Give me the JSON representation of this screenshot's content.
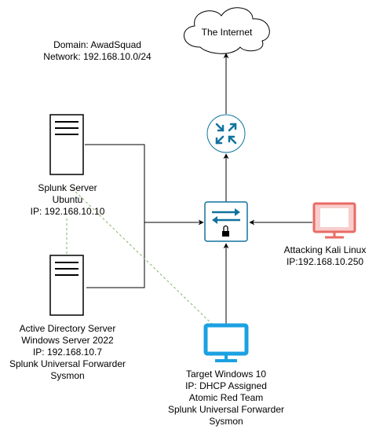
{
  "network_info": {
    "domain": "Domain: AwadSquad",
    "network": "Network: 192.168.10.0/24"
  },
  "internet": {
    "label": "The Internet"
  },
  "nodes": {
    "splunk_server": [
      "Splunk Server",
      "Ubuntu",
      "IP: 192.168.10.10"
    ],
    "ad_server": [
      "Active Directory Server",
      "Windows Server 2022",
      "IP: 192.168.10.7",
      "Splunk Universal Forwarder",
      "Sysmon"
    ],
    "target_windows": [
      "Target Windows 10",
      "IP: DHCP Assigned",
      "Atomic Red Team",
      "Splunk Universal Forwarder",
      "Sysmon"
    ],
    "attacker": [
      "Attacking Kali Linux",
      "IP:192.168.10.250"
    ]
  },
  "colors": {
    "router_fill": "#ffffff",
    "device_blue": "#10739e",
    "attacker_red": "#ea6b66",
    "attacker_fill": "#f8cecc",
    "target_blue": "#1ba1e2",
    "log_link_green": "#82b366"
  },
  "icons": {
    "router": "router-icon",
    "switch": "firewall-switch-icon",
    "server": "server-icon",
    "monitor": "monitor-icon",
    "cloud": "cloud-icon"
  }
}
